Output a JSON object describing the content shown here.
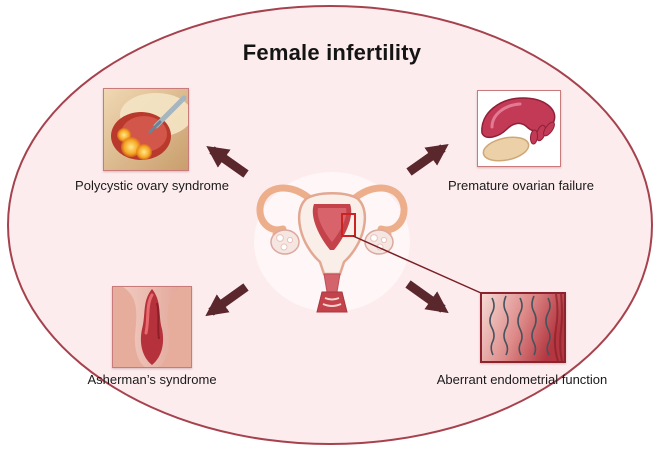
{
  "title": "Female infertility",
  "nodes": [
    {
      "id": "pcos",
      "label": "Polycystic ovary syndrome"
    },
    {
      "id": "pof",
      "label": "Premature ovarian failure"
    },
    {
      "id": "asherman",
      "label": "Asherman’s syndrome"
    },
    {
      "id": "endometrial",
      "label": "Aberrant endometrial function"
    }
  ],
  "colors": {
    "ellipse_fill": "#fdecee",
    "ellipse_border": "#a5424d",
    "image_border": "#c97b7b",
    "arrow": "#5a272d",
    "callout": "#7a1f25"
  }
}
